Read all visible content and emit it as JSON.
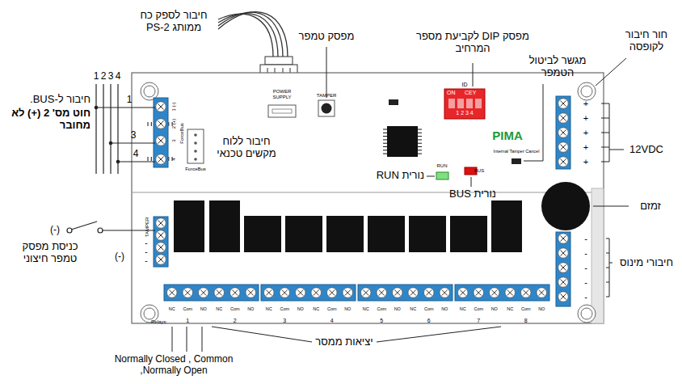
{
  "diagram": {
    "labels": [
      "חיבור לספק כח ממותג PS-2",
      "מפסק טמפר",
      "מפסק DIP לקביעת מספר המרחיב",
      "חור חיבור לקופסה",
      "מגשר לביטול הטמפר",
      "12VDC",
      "זמזם",
      "חיבורי מינוס",
      "נורית RUN",
      "נורית BUS",
      "חיבור ללוח מקשים טכנאי",
      "חיבור ל-BUS.",
      "חוט מס' 2 (+) לא מחובר",
      "1",
      "2",
      "3",
      "4",
      "1",
      "3",
      "4",
      "(-)",
      "כניסת מפסק טמפר חיצוני",
      "(-)",
      "יציאות ממסר",
      "Normally Closed , Common ,Normally Open",
      "POWER SUPPLY",
      "TAMPER",
      "ID",
      "ON",
      "CEY",
      "1 2 3 4",
      "PIMA",
      "Internal Tamper Cancel",
      "RUN",
      "BUS",
      "ForceBus",
      "ForceBus",
      "1 (-)",
      "2 (+)",
      "3",
      "4",
      "TAMPER",
      "+",
      "+",
      "+",
      "+",
      "+",
      "-",
      "-",
      "-",
      "-",
      "-",
      "-",
      "-",
      "-",
      "Relays:",
      "1",
      "2",
      "3",
      "4",
      "5",
      "6",
      "7",
      "8",
      "NC",
      "Com",
      "NO",
      "NC",
      "Com",
      "NO",
      "NC",
      "Com",
      "NO",
      "NC",
      "Com",
      "NO",
      "NC",
      "Com",
      "NO",
      "NC",
      "Com",
      "NO",
      "NC",
      "Com",
      "NO",
      "NC",
      "Com",
      "NO"
    ]
  }
}
